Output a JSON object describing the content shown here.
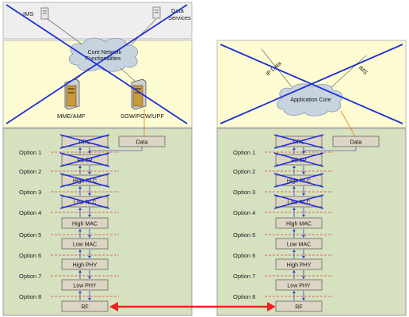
{
  "top_panel": {
    "ims_label": "IMS",
    "data_services_label": "Data\nServices"
  },
  "core_panel": {
    "cloud_label": "Core Network\nFunctionalities",
    "left_server_label": "MME/AMF",
    "right_server_label": "SGW/PGW/UPF"
  },
  "app_core_panel": {
    "cloud_label": "Application Core",
    "ip_data_label": "IP Data",
    "ims_label": "IMS"
  },
  "left_stack": {
    "data_label": "Data",
    "layers": [
      "RRC",
      "PDCP",
      "High RLC",
      "Low RLC",
      "High MAC",
      "Low MAC",
      "High PHY",
      "Low PHY",
      "RF"
    ],
    "crossed_layers": [
      0,
      1,
      2,
      3
    ],
    "options": [
      "Option 1",
      "Option 2",
      "Option 3",
      "Option 4",
      "Option 5",
      "Option 6",
      "Option 7",
      "Option 8"
    ]
  },
  "right_stack": {
    "data_label": "Data",
    "layers": [
      "RRC",
      "PDCP",
      "High RLC",
      "Low RLC",
      "High MAC",
      "Low MAC",
      "High PHY",
      "Low PHY",
      "RF"
    ],
    "crossed_layers": [
      0,
      1,
      2,
      3
    ],
    "options": [
      "Option 1",
      "Option 2",
      "Option 3",
      "Option 4",
      "Option 5",
      "Option 6",
      "Option 7",
      "Option 8"
    ]
  },
  "colors": {
    "cross": "#1f2fd8",
    "link": "#ee2222",
    "box_fill": "#ddd5c4",
    "cloud_fill": "#c7d3df",
    "green_panel": "#d6e1bf",
    "yellow_panel": "#fdfbd2",
    "gray_panel": "#eeeeee"
  }
}
